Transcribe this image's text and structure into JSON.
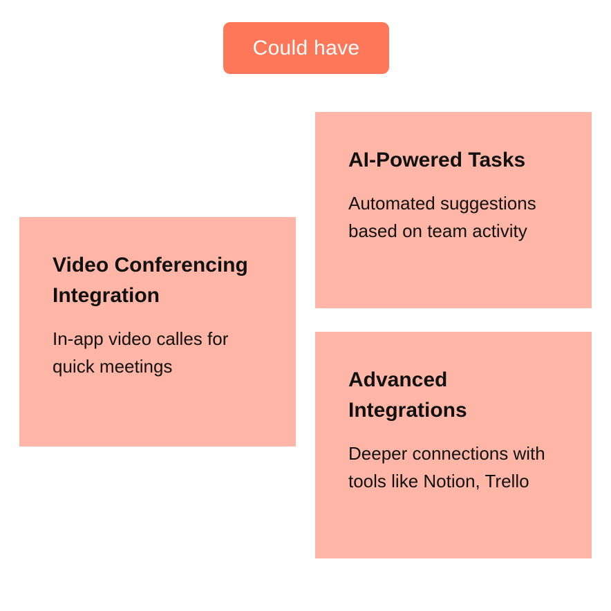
{
  "header": {
    "label": "Could have",
    "color": "#FF7759"
  },
  "card_color": "#FFB6A6",
  "cards": [
    {
      "title": "Video Conferencing Integration",
      "text": "In-app video calles for quick meetings"
    },
    {
      "title": "AI-Powered Tasks",
      "text": "Automated suggestions based on team activity"
    },
    {
      "title": "Advanced Integrations",
      "text": "Deeper connections with tools like Notion, Trello"
    }
  ]
}
